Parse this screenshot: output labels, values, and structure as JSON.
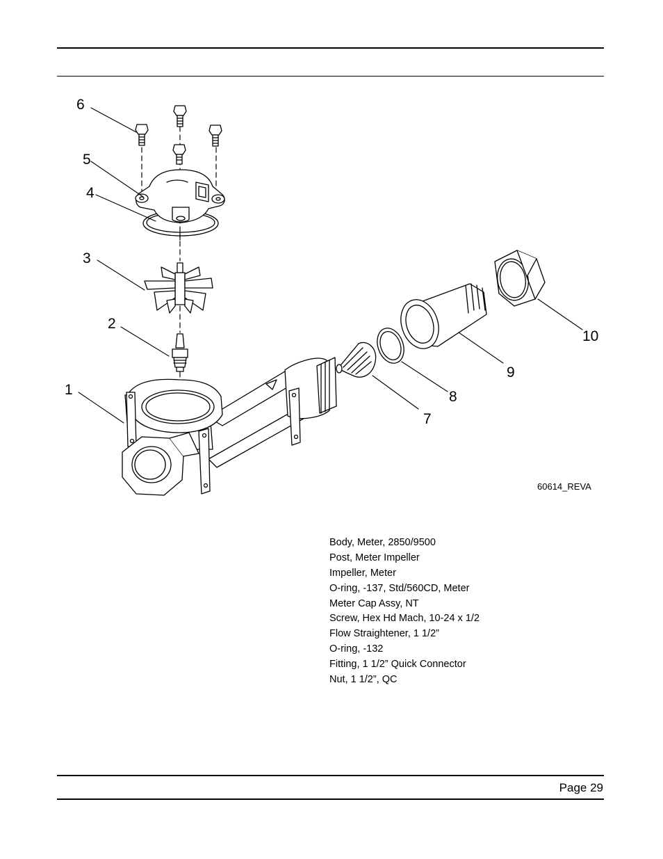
{
  "diagram": {
    "drawing_id": "60614_REVA",
    "callouts": [
      "1",
      "2",
      "3",
      "4",
      "5",
      "6",
      "7",
      "8",
      "9",
      "10"
    ]
  },
  "parts_list": [
    "Body, Meter, 2850/9500",
    "Post, Meter Impeller",
    "Impeller, Meter",
    "O-ring, -137, Std/560CD, Meter",
    "Meter Cap Assy, NT",
    "Screw, Hex Hd Mach, 10-24 x 1/2",
    "Flow Straightener, 1 1/2”",
    "O-ring, -132",
    "Fitting, 1 1/2” Quick Connector",
    "Nut, 1 1/2”, QC"
  ],
  "footer": {
    "page_label": "Page 29"
  }
}
